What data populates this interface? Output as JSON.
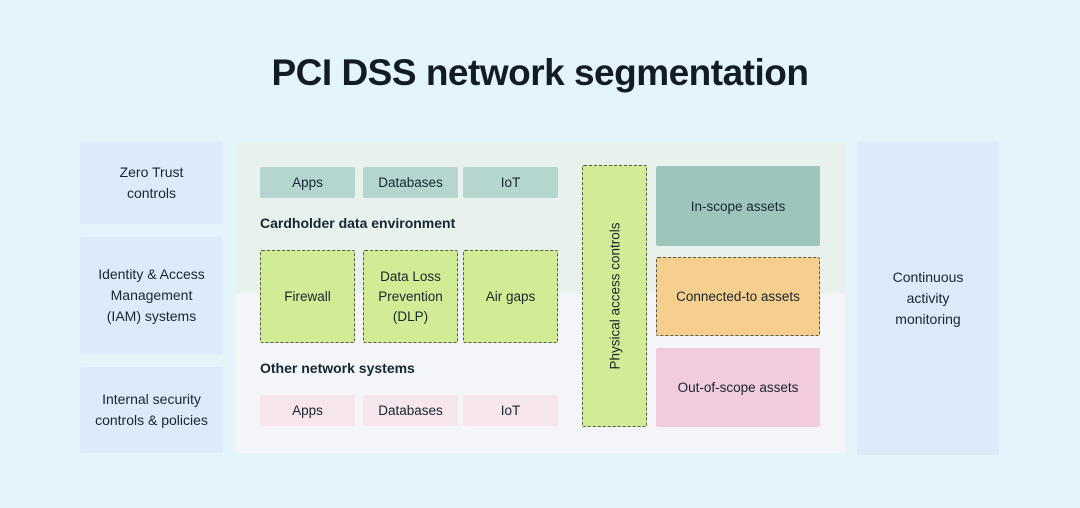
{
  "page": {
    "title": "PCI DSS network segmentation"
  },
  "colors": {
    "page_bg": "#e3f5fa",
    "side_box_blue": "#dcebf9",
    "cde_zone_bg": "#e8f1ec",
    "other_zone_bg": "#f3f5f8",
    "teal_chip": "#b4d6ce",
    "in_scope_teal": "#9dc5bc",
    "control_green": "#d2ec96",
    "connected_orange": "#f6cf8e",
    "pink_chip": "#f7e5ed",
    "out_of_scope_pink": "#f3cbde",
    "dashed_border": "#565b4c",
    "text": "#15262f"
  },
  "left_column": [
    {
      "label": "Zero Trust\ncontrols"
    },
    {
      "label": "Identity & Access\nManagement\n(IAM) systems"
    },
    {
      "label": "Internal security\ncontrols & policies"
    }
  ],
  "cde_zone": {
    "label": "Cardholder data environment",
    "chips": [
      "Apps",
      "Databases",
      "IoT"
    ],
    "controls": [
      "Firewall",
      "Data Loss\nPrevention\n(DLP)",
      "Air gaps"
    ]
  },
  "other_zone": {
    "label": "Other network systems",
    "chips": [
      "Apps",
      "Databases",
      "IoT"
    ]
  },
  "physical_access": {
    "label": "Physical access controls"
  },
  "assets": [
    {
      "label": "In-scope assets"
    },
    {
      "label": "Connected-to assets"
    },
    {
      "label": "Out-of-scope assets"
    }
  ],
  "right_column": {
    "label": "Continuous\nactivity\nmonitoring"
  }
}
